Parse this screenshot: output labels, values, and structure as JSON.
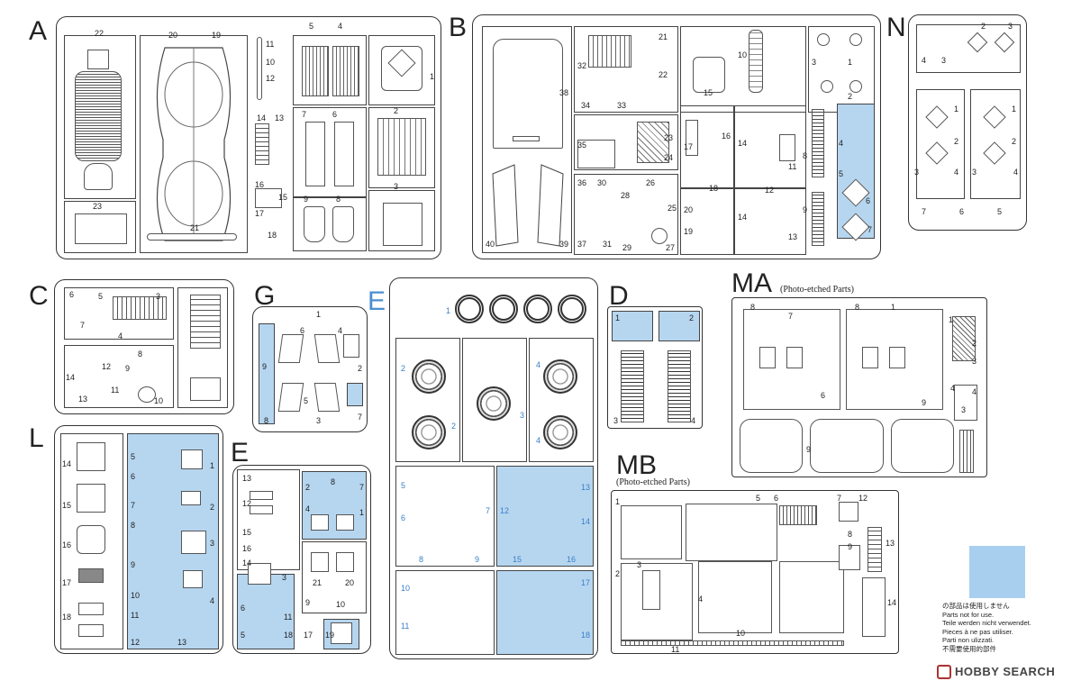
{
  "sprues": {
    "A": {
      "letter": "A",
      "nums": [
        "22",
        "20",
        "19",
        "11",
        "10",
        "12",
        "5",
        "4",
        "1",
        "23",
        "14",
        "13",
        "7",
        "6",
        "2",
        "16",
        "15",
        "17",
        "9",
        "8",
        "3",
        "21",
        "18"
      ]
    },
    "B": {
      "letter": "B",
      "nums": [
        "21",
        "22",
        "32",
        "15",
        "10",
        "3",
        "2",
        "1",
        "38",
        "34",
        "33",
        "35",
        "23",
        "24",
        "17",
        "16",
        "14",
        "11",
        "4",
        "8",
        "5",
        "6",
        "36",
        "30",
        "28",
        "26",
        "25",
        "18",
        "20",
        "12",
        "9",
        "19",
        "13",
        "14",
        "40",
        "39",
        "37",
        "31",
        "29",
        "27",
        "7"
      ]
    },
    "N": {
      "letter": "N",
      "nums": [
        "2",
        "3",
        "4",
        "3",
        "1",
        "1",
        "2",
        "2",
        "3",
        "4",
        "3",
        "4",
        "7",
        "6",
        "5"
      ]
    },
    "C": {
      "letter": "C",
      "nums": [
        "6",
        "5",
        "3",
        "7",
        "4",
        "14",
        "12",
        "8",
        "9",
        "13",
        "11",
        "10"
      ]
    },
    "G": {
      "letter": "G",
      "nums": [
        "1",
        "6",
        "4",
        "9",
        "5",
        "2",
        "7",
        "3",
        "8"
      ]
    },
    "E_wheels": {
      "letter": "E",
      "nums": [
        "1",
        "2",
        "3",
        "2",
        "4",
        "4",
        "5",
        "6",
        "7",
        "8",
        "9",
        "12",
        "13",
        "14",
        "15",
        "16",
        "10",
        "11",
        "17",
        "18"
      ]
    },
    "D": {
      "letter": "D",
      "nums": [
        "1",
        "2",
        "3",
        "4"
      ]
    },
    "MA": {
      "letter": "MA",
      "note": "(Photo-etched Parts)",
      "nums": [
        "8",
        "7",
        "8",
        "1",
        "6",
        "9",
        "9",
        "1",
        "2",
        "3",
        "4",
        "3",
        "4"
      ]
    },
    "L": {
      "letter": "L",
      "nums": [
        "14",
        "15",
        "16",
        "17",
        "18",
        "5",
        "6",
        "7",
        "8",
        "9",
        "10",
        "11",
        "12",
        "13",
        "1",
        "2",
        "3",
        "4"
      ]
    },
    "E_small": {
      "letter": "E",
      "nums": [
        "13",
        "12",
        "15",
        "16",
        "14",
        "2",
        "8",
        "7",
        "4",
        "1",
        "3",
        "6",
        "5",
        "11",
        "18",
        "21",
        "20",
        "9",
        "10",
        "17",
        "19"
      ]
    },
    "MB": {
      "letter": "MB",
      "note": "(Photo-etched Parts)",
      "nums": [
        "1",
        "5",
        "6",
        "7",
        "12",
        "3",
        "2",
        "8",
        "9",
        "13",
        "4",
        "14",
        "10",
        "11"
      ]
    }
  },
  "legend": {
    "lines": [
      "の部品は使用しません",
      "Parts not for use.",
      "Teile werden nicht verwendet.",
      "Pieces à ne pas utiliser.",
      "Parti non ulizzati.",
      "不需要使用的部件"
    ]
  },
  "watermark": "HOBBY SEARCH",
  "colors": {
    "unused_highlight": "#b6d6f0",
    "ink": "#333333",
    "blue_label": "#4a8fd0"
  }
}
